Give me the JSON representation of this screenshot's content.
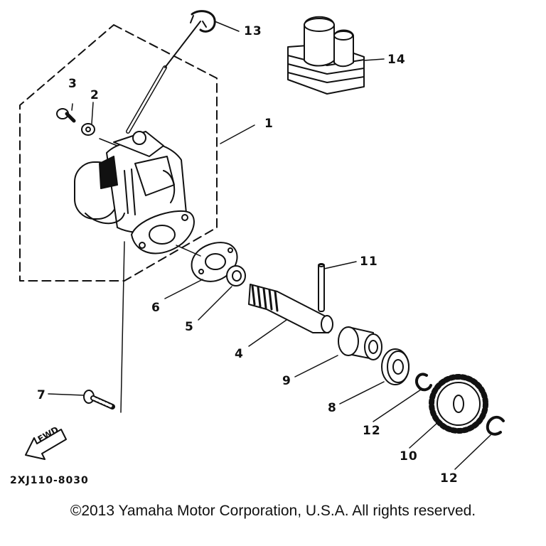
{
  "callouts": {
    "c1": "1",
    "c2": "2",
    "c3": "3",
    "c4": "4",
    "c5": "5",
    "c6": "6",
    "c7": "7",
    "c8": "8",
    "c9": "9",
    "c10": "10",
    "c11": "11",
    "c12a": "12",
    "c12b": "12",
    "c13": "13",
    "c14": "14"
  },
  "fwd_label": "FWD",
  "diagram_code": "2XJ110-8030",
  "copyright": "©2013 Yamaha Motor Corporation, U.S.A. All rights reserved."
}
